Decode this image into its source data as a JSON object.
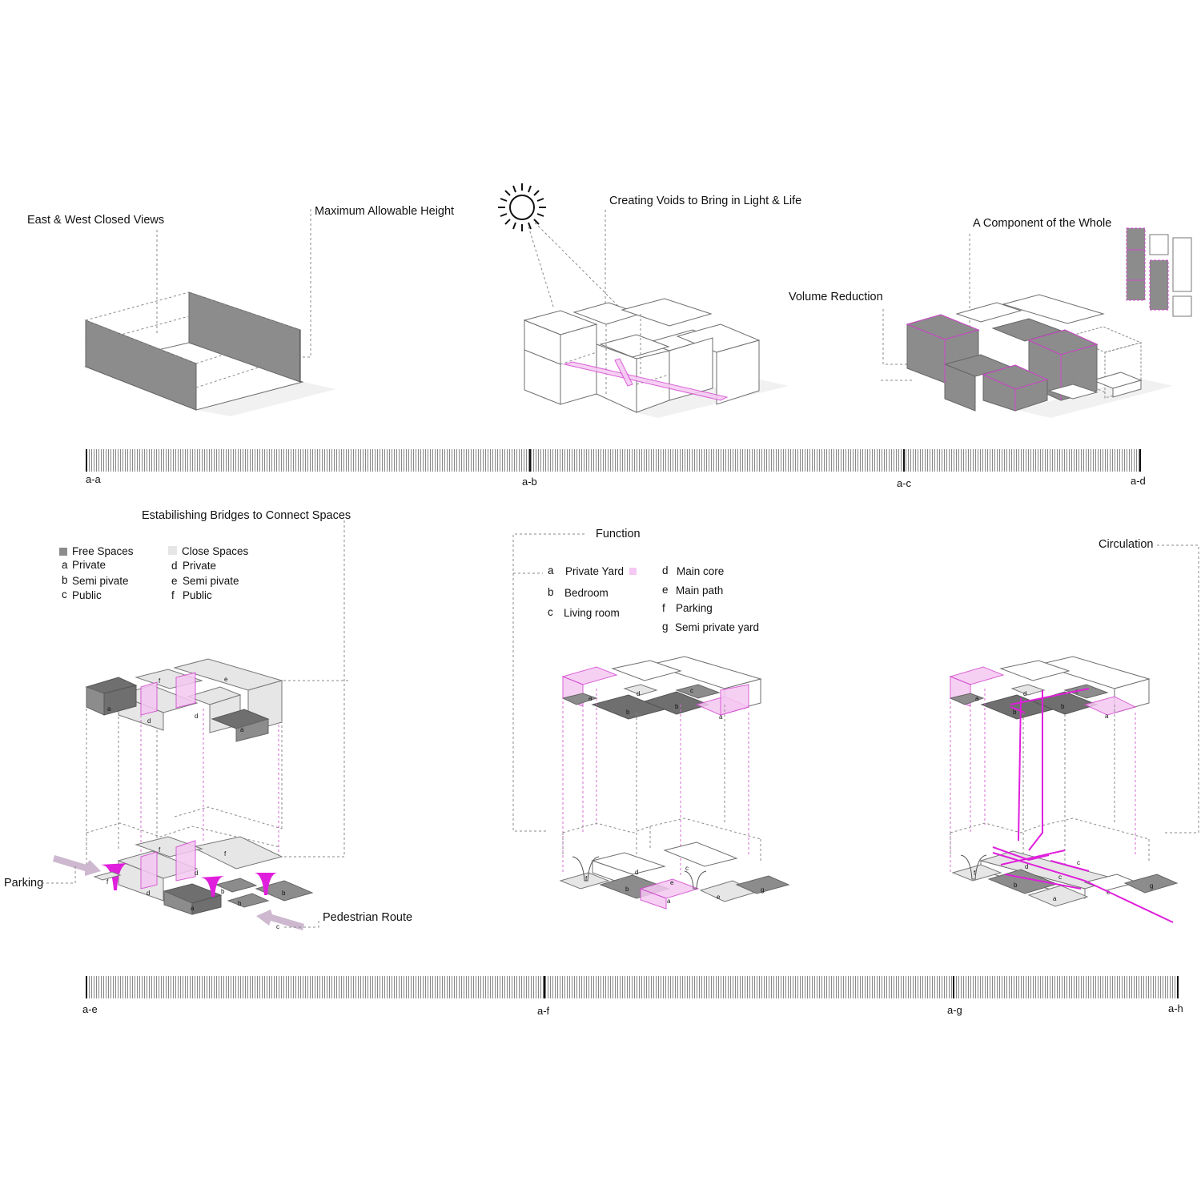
{
  "top_row": {
    "east_west": "East & West Closed Views",
    "max_height": "Maximum Allowable Height",
    "voids": "Creating Voids to Bring in Light & Life",
    "component": "A Component of the Whole",
    "volume_reduction": "Volume Reduction"
  },
  "scale_top": {
    "t1": "a-a",
    "t2": "a-b",
    "t3": "a-c",
    "t4": "a-d"
  },
  "bottom_left": {
    "title": "Estabilishing Bridges to Connect Spaces",
    "free": "Free Spaces",
    "close": "Close Spaces",
    "items_left": [
      {
        "letter": "a",
        "text": "Private"
      },
      {
        "letter": "b",
        "text": "Semi pivate"
      },
      {
        "letter": "c",
        "text": "Public"
      }
    ],
    "items_right": [
      {
        "letter": "d",
        "text": "Private"
      },
      {
        "letter": "e",
        "text": "Semi pivate"
      },
      {
        "letter": "f",
        "text": "Public"
      }
    ],
    "parking": "Parking",
    "pedestrian": "Pedestrian Route"
  },
  "bottom_mid": {
    "title": "Function",
    "items_left": [
      {
        "letter": "a",
        "text": "Private Yard"
      },
      {
        "letter": "b",
        "text": "Bedroom"
      },
      {
        "letter": "c",
        "text": "Living room"
      }
    ],
    "items_right": [
      {
        "letter": "d",
        "text": "Main core"
      },
      {
        "letter": "e",
        "text": "Main path"
      },
      {
        "letter": "f",
        "text": "Parking"
      },
      {
        "letter": "g",
        "text": "Semi private yard"
      }
    ]
  },
  "bottom_right": {
    "title": "Circulation"
  },
  "scale_bottom": {
    "t1": "a-e",
    "t2": "a-f",
    "t3": "a-g",
    "t4": "a-h"
  },
  "diagram_letters": {
    "a": "a",
    "b": "b",
    "c": "c",
    "d": "d",
    "e": "e",
    "f": "f",
    "g": "g"
  },
  "colors": {
    "magenta": "#e01fdc",
    "pink_fill": "#f5c8f2",
    "gray": "#8c8c8c"
  }
}
